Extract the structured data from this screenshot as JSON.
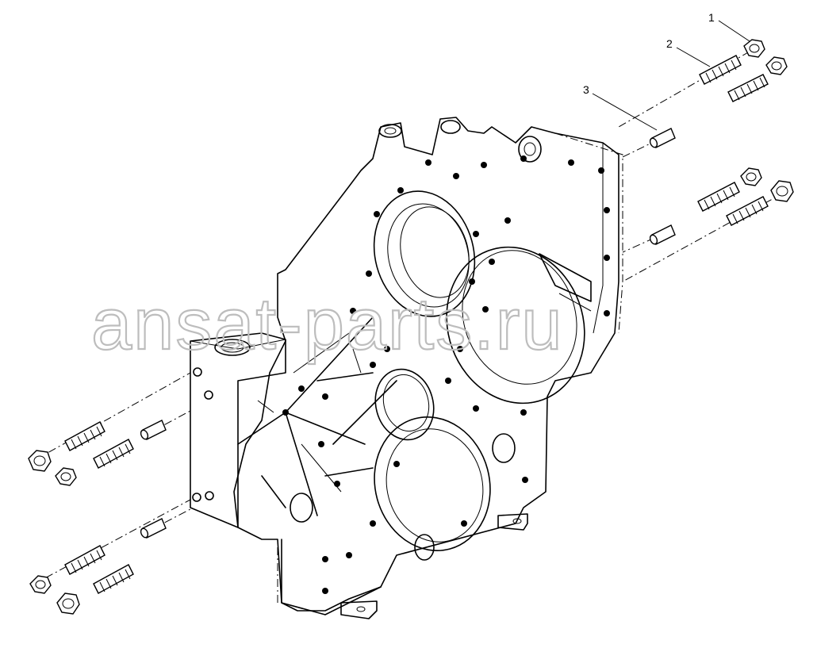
{
  "diagram": {
    "callouts": [
      {
        "id": "callout-1",
        "label": "1"
      },
      {
        "id": "callout-2",
        "label": "2"
      },
      {
        "id": "callout-3",
        "label": "3"
      }
    ],
    "watermark": "ansat-parts.ru",
    "colors": {
      "line": "#000000",
      "background": "#ffffff",
      "watermark": "#bdbdbd"
    },
    "parts_depicted": [
      "nut-icon",
      "stud-icon",
      "dowel-pin-icon",
      "timing-gear-housing"
    ]
  }
}
